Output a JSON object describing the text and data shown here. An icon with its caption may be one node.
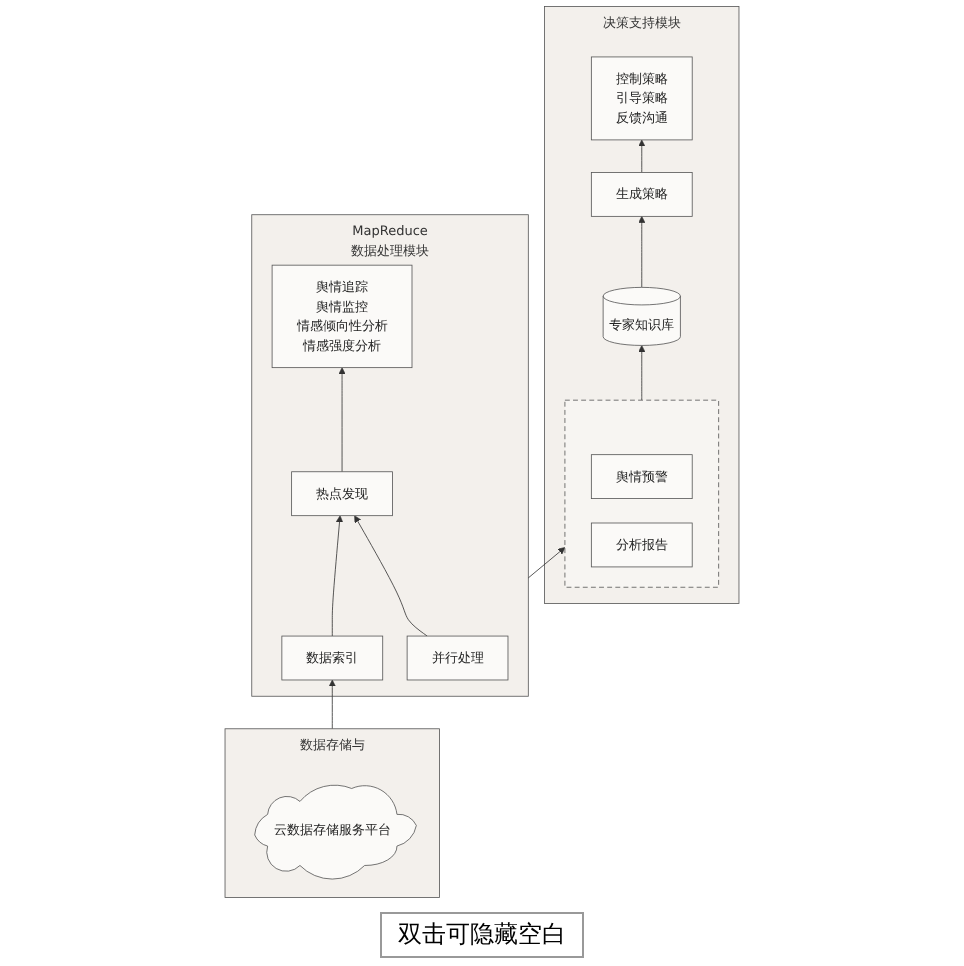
{
  "diagram": {
    "nodes": [
      {
        "text": [
          "决策支持模块"
        ]
      },
      {
        "text": [
          "控制策略",
          "引导策略",
          "反馈沟通"
        ],
        "in": 0
      },
      {
        "text": [
          "生成策略"
        ],
        "in": 0
      },
      {
        "text": [
          "专家知识库"
        ],
        "in": 0
      },
      {
        "text": [],
        "shape": "box",
        "in": 0
      },
      {
        "text": [
          "舆情预警"
        ],
        "in": 4
      },
      {
        "text": [
          "分析报告"
        ],
        "in": 4
      },
      {
        "text": [
          "MapReduce",
          "数据处理模块"
        ]
      },
      {
        "text": [
          "并行处理"
        ],
        "in": 7
      },
      {
        "text": [
          "数据索引"
        ],
        "in": 7
      },
      {
        "text": [
          "热点发现"
        ],
        "in": 7
      },
      {
        "text": [
          "舆情追踪",
          "舆情监控",
          "情感倾向性分析",
          "情感强度分析"
        ],
        "in": 7
      },
      {
        "text": [
          "数据存储与"
        ]
      },
      {
        "text": [
          "云数据存储服务平台"
        ],
        "in": 12
      }
    ],
    "edges": [
      {
        "from": 4,
        "to": 3,
        "arrow": "to"
      },
      {
        "from": 3,
        "to": 2,
        "arrow": "to"
      },
      {
        "from": 2,
        "to": 1,
        "arrow": "to"
      },
      {
        "from": 7,
        "to": 4,
        "arrow": "to"
      },
      {
        "from": 8,
        "to": 10,
        "arrow": "to"
      },
      {
        "from": 9,
        "to": 10,
        "arrow": "to"
      },
      {
        "from": 10,
        "to": 11,
        "arrow": "to"
      },
      {
        "from": 12,
        "to": 9,
        "arrow": "to"
      }
    ],
    "labels": [
      "双击可隐藏空白"
    ]
  }
}
